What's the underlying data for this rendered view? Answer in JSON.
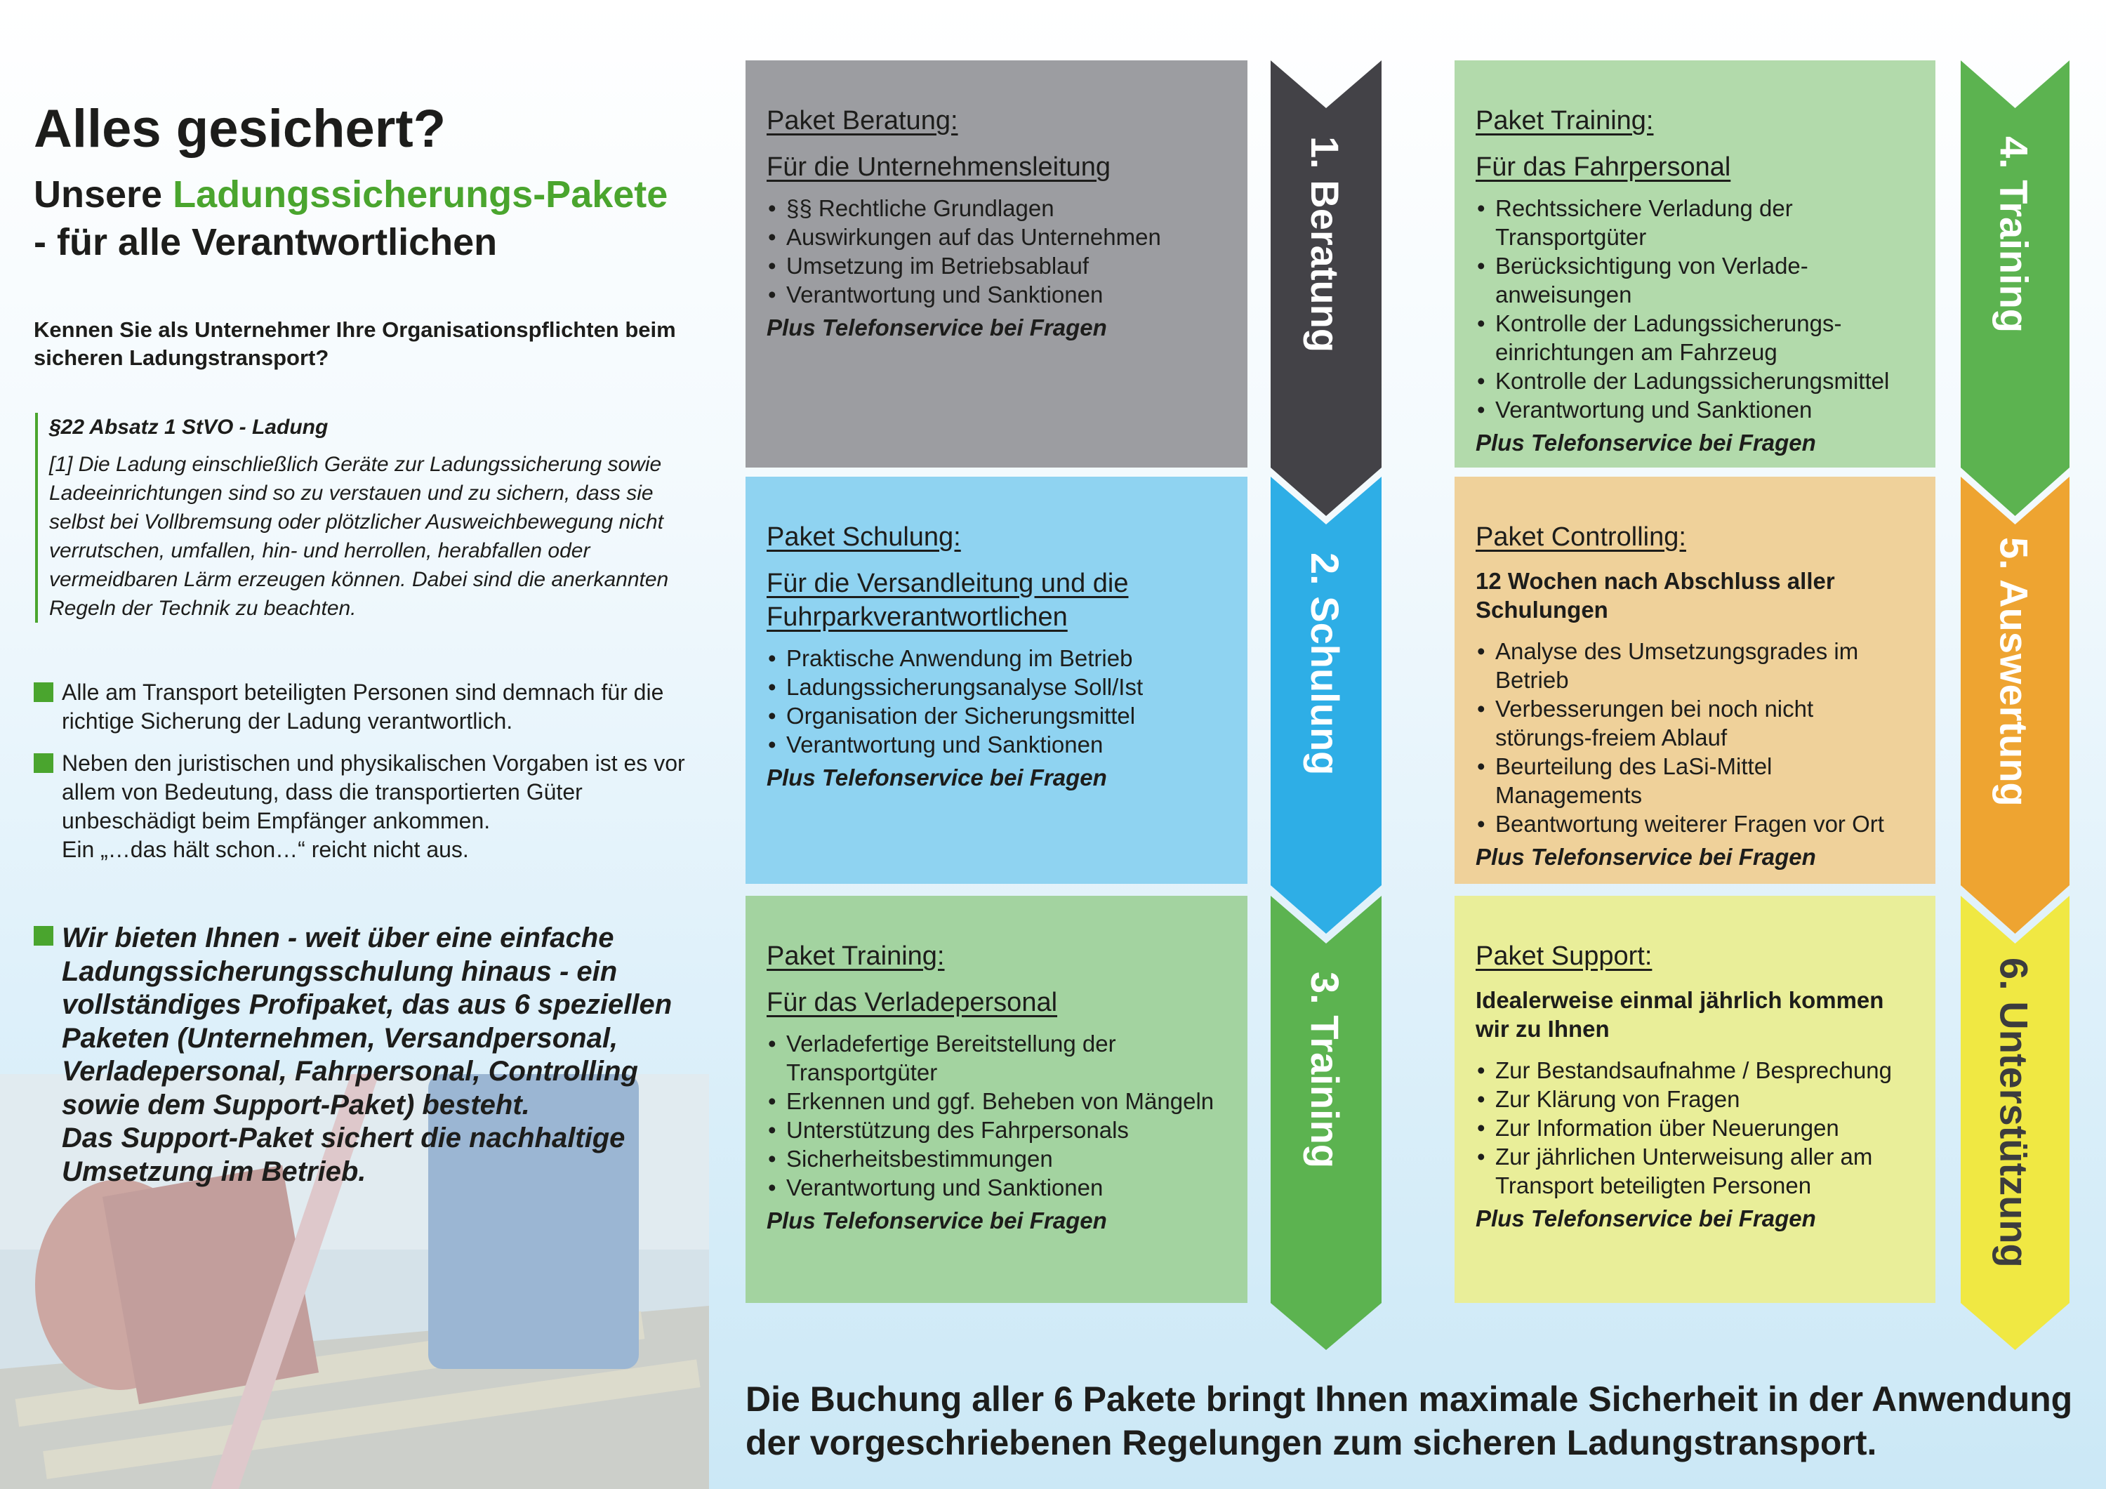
{
  "intro": {
    "title": "Alles gesichert?",
    "subtitle_pre": "Unsere ",
    "subtitle_green": "Ladungssicherungs-Pakete",
    "subtitle_line2": "- für alle Verantwortlichen",
    "question": "Kennen Sie als Unternehmer Ihre Organisationspflichten beim sicheren Ladungstransport?",
    "quote_heading": "§22 Absatz 1 StVO - Ladung",
    "quote_text": "[1] Die Ladung einschließlich Geräte zur Ladungssicherung sowie Ladeeinrichtungen sind so zu verstauen und zu sichern, dass sie selbst bei Vollbremsung oder plötzlicher Ausweichbewegung nicht verrutschen, umfallen, hin- und herrollen, herabfallen oder vermeidbaren Lärm erzeugen können. Dabei sind die anerkannten Regeln der Technik zu beachten.",
    "bullet1": "Alle am Transport beteiligten Personen sind demnach für die richtige Sicherung der Ladung verantwortlich.",
    "bullet2": "Neben den juristischen und physikalischen Vorgaben ist es vor allem von Bedeutung, dass die transportierten Güter unbeschädigt beim Empfänger ankommen.",
    "bullet2b": "Ein „…das hält schon…“ reicht nicht aus.",
    "offer1": "Wir bieten Ihnen - weit über eine einfache Ladungssicherungsschulung hinaus - ein vollständiges Profipaket, das aus 6 speziellen Paketen (Unternehmen, Versandpersonal, Verladepersonal, Fahrpersonal, Controlling sowie dem Support-Paket) besteht.",
    "offer2": "Das Support-Paket sichert die nachhaltige Umsetzung im Betrieb."
  },
  "packages": [
    {
      "title": "Paket Beratung:",
      "heading": "Für die Unternehmensleitung",
      "items": [
        "§§ Rechtliche Grundlagen",
        "Auswirkungen auf das Unternehmen",
        "Umsetzung im Betriebsablauf",
        "Verantwortung und Sanktionen"
      ],
      "plus": "Plus Telefonservice bei Fragen",
      "label": "1. Beratung",
      "color": "#9c9da1",
      "arrow": "#434247"
    },
    {
      "title": "Paket Schulung:",
      "heading": "Für die Versandleitung und die Fuhrparkverantwortlichen",
      "items": [
        "Praktische Anwendung im Betrieb",
        "Ladungssicherungsanalyse Soll/Ist",
        "Organisation der Sicherungsmittel",
        "Verantwortung und Sanktionen"
      ],
      "plus": "Plus Telefonservice bei Fragen",
      "label": "2. Schulung",
      "color": "#8fd3f1",
      "arrow": "#2eaee6"
    },
    {
      "title": "Paket Training:",
      "heading": "Für das Verladepersonal",
      "items": [
        "Verladefertige Bereitstellung der Transportgüter",
        "Erkennen und ggf. Beheben von Mängeln",
        "Unterstützung des Fahrpersonals",
        "Sicherheitsbestimmungen",
        "Verantwortung und Sanktionen"
      ],
      "plus": "Plus Telefonservice bei Fragen",
      "label": "3. Training",
      "color": "#a3d3a0",
      "arrow": "#5cb350"
    },
    {
      "title": "Paket Training:",
      "heading": "Für das Fahrpersonal",
      "items": [
        "Rechtssichere Verladung der Transportgüter",
        "Berücksichtigung von Verlade-anweisungen",
        "Kontrolle der Ladungssicherungs-einrichtungen am Fahrzeug",
        "Kontrolle der Ladungssicherungsmittel",
        "Verantwortung und Sanktionen"
      ],
      "plus": "Plus Telefonservice bei Fragen",
      "label": "4. Training",
      "color": "#b2daab",
      "arrow": "#5cb350"
    },
    {
      "title": "Paket Controlling:",
      "sub": "12 Wochen nach Abschluss aller Schulungen",
      "items": [
        "Analyse des Umsetzungsgrades im Betrieb",
        "Verbesserungen bei noch nicht störungs-freiem Ablauf",
        "Beurteilung des LaSi-Mittel Managements",
        "Beantwortung weiterer Fragen vor Ort"
      ],
      "plus": "Plus Telefonservice bei Fragen",
      "label": "5. Auswertung",
      "color": "#efd19a",
      "arrow": "#eea431"
    },
    {
      "title": "Paket Support:",
      "sub": "Idealerweise einmal jährlich kommen wir zu Ihnen",
      "items": [
        "Zur Bestandsaufnahme / Besprechung",
        "Zur Klärung von Fragen",
        "Zur Information über Neuerungen",
        "Zur jährlichen Unterweisung aller am Transport beteiligten Personen"
      ],
      "plus": "Plus Telefonservice bei Fragen",
      "label": "6. Unterstützung",
      "color": "#e9ee99",
      "arrow": "#f0e843",
      "label_color": "#3c3c3e"
    }
  ],
  "footer": "Die Buchung aller 6 Pakete bringt Ihnen maximale Sicherheit in der Anwendung der vorgeschriebenen Regelungen zum sicheren Ladungstransport."
}
